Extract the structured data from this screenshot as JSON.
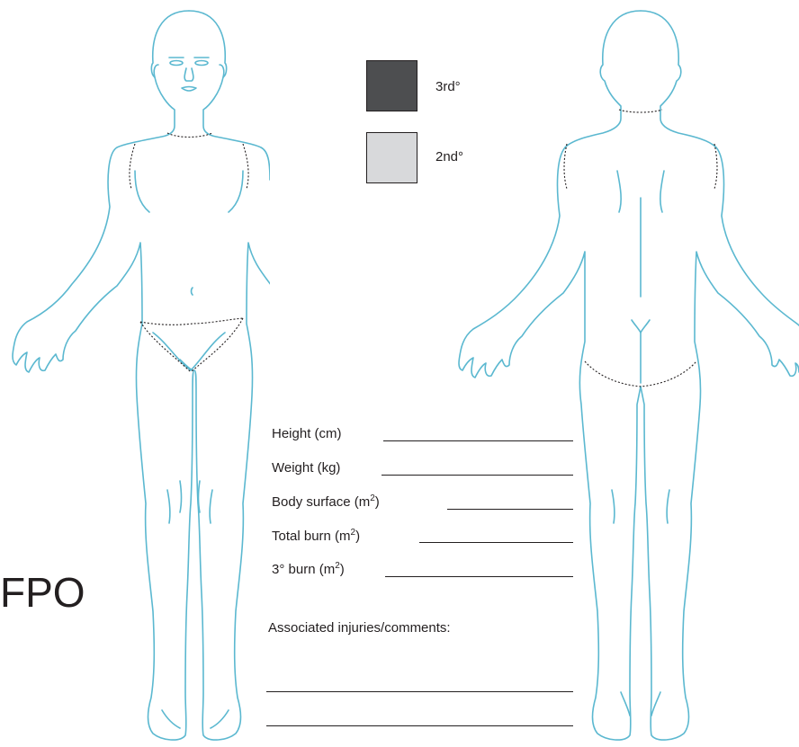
{
  "legend": [
    {
      "label": "3rd°",
      "color": "#4d4e50"
    },
    {
      "label": "2nd°",
      "color": "#d8d9db"
    }
  ],
  "fields": [
    {
      "text": "Height (cm)",
      "sup": ""
    },
    {
      "text": "Weight (kg)",
      "sup": ""
    },
    {
      "text": "Body surface (m",
      "sup": "2",
      "close": ")"
    },
    {
      "text": "Total burn (m",
      "sup": "2",
      "close": ")"
    },
    {
      "text": "3° burn (m",
      "sup": "2",
      "close": ")"
    }
  ],
  "comments": {
    "label": "Associated injuries/comments:"
  },
  "placeholder": {
    "text": "FPO"
  },
  "colors": {
    "outline": "#5bb8d0",
    "text": "#231f20"
  },
  "icons": [
    "body-front-icon",
    "body-back-icon"
  ]
}
